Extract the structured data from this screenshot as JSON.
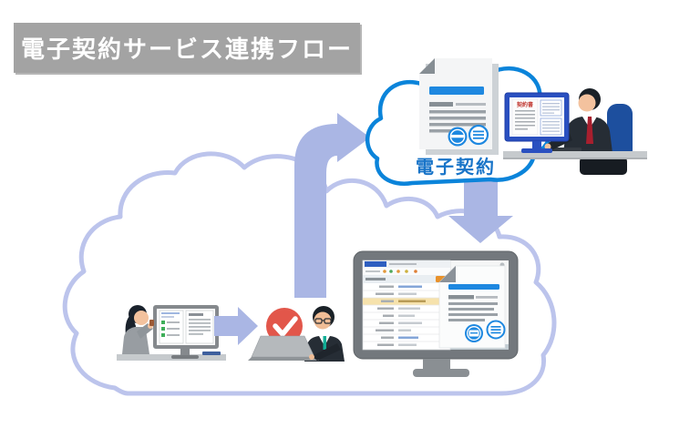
{
  "title_banner": {
    "text": "電子契約サービス連携フロー",
    "bg_color": "#a3a3a3",
    "text_color": "#ffffff"
  },
  "internal_cloud": {
    "stroke_color": "#bcc4ec"
  },
  "arrows": {
    "color": "#aab6e4",
    "upload_icon": "curved-up-arrow",
    "deliver_icon": "down-arrow",
    "step_icon": "right-arrow"
  },
  "e_contract_service": {
    "label": "電子契約",
    "label_color": "#1874c8",
    "cloud_stroke_color": "#0b84da",
    "document": {
      "header_color": "#1e88e0",
      "stamp_color": "#1e88e0"
    }
  },
  "counterparty": {
    "screen_document_title": "契約書",
    "screen_title_color": "#c23b34",
    "monitor_frame_color": "#2a50c0"
  },
  "approval": {
    "badge_color": "#e2564a",
    "check_color": "#ffffff"
  },
  "company_system": {
    "monitor_frame_color": "#73787d",
    "form_highlight_color": "#f6e2ac",
    "document_header_color": "#1e88e0"
  }
}
